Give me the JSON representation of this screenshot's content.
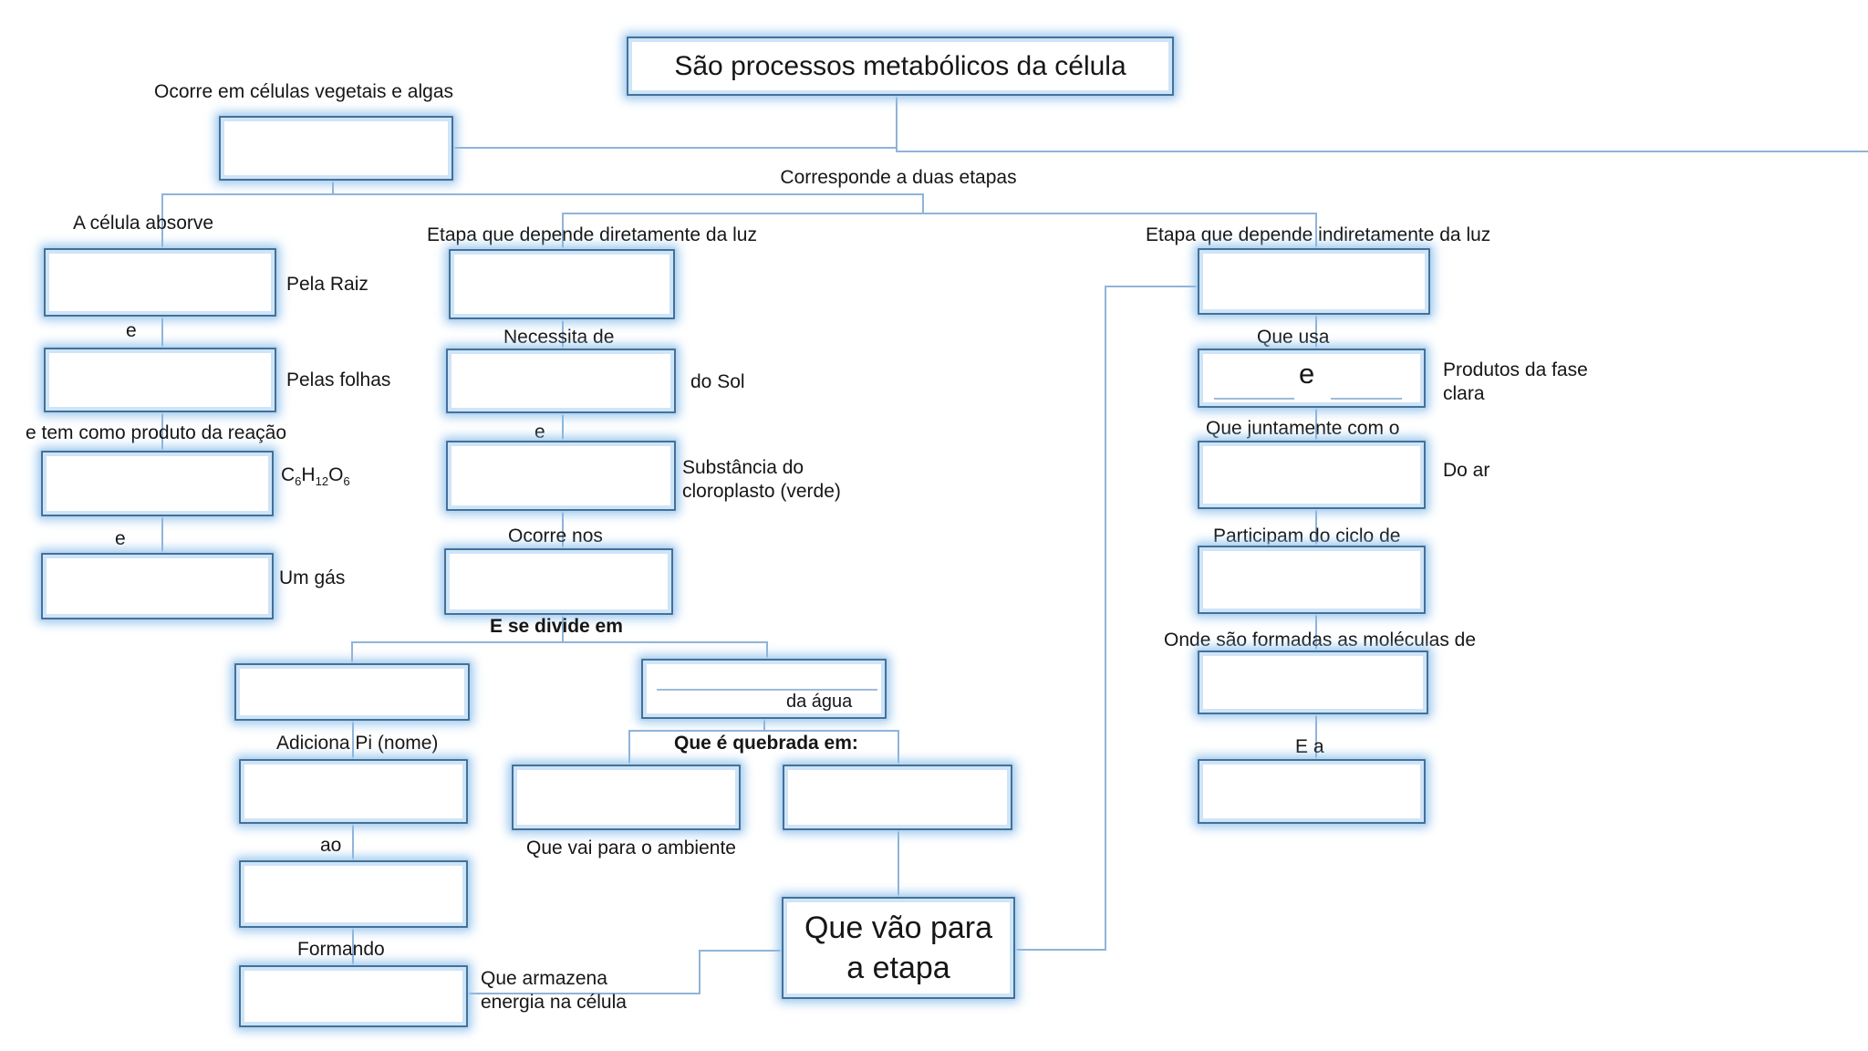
{
  "title": "São processos metabólicos da célula",
  "left_branch": {
    "caption": "Ocorre em células vegetais e algas",
    "absorve": "A célula absorve",
    "pela_raiz": "Pela Raiz",
    "e1": "e",
    "pelas_folhas": "Pelas folhas",
    "produto": "e tem como produto da reação",
    "formula": {
      "c": "C",
      "c_sub": "6",
      "h": "H",
      "h_sub": "12",
      "o": "O",
      "o_sub": "6"
    },
    "e2": "e",
    "um_gas": "Um gás"
  },
  "stages": {
    "caption": "Corresponde a duas etapas",
    "light": {
      "caption": "Etapa que depende diretamente da luz",
      "necessita": "Necessita de",
      "do_sol": "do Sol",
      "e": "e",
      "substancia": "Substância do cloroplasto (verde)",
      "ocorre_nos": "Ocorre nos",
      "divide": "E se divide em",
      "adiciona_pi": "Adiciona Pi (nome)",
      "ao": "ao",
      "formando": "Formando",
      "armazena": "Que armazena energia na célula",
      "da_agua": "da água",
      "quebrada": "Que é quebrada em:",
      "ambiente": "Que vai para o ambiente",
      "vao_etapa": "Que vão para a etapa"
    },
    "dark": {
      "caption": "Etapa que depende indiretamente da luz",
      "que_usa": "Que usa",
      "e_blank": "e",
      "produtos": "Produtos da fase clara",
      "juntamente": "Que juntamente com o",
      "do_ar": "Do ar",
      "participam": "Participam do ciclo de",
      "onde": "Onde são formadas as moléculas de",
      "e_a": "E a"
    }
  },
  "colors": {
    "box_border": "#41719c",
    "box_glow": "#9dc3e6",
    "connector": "#8fb4d9"
  }
}
